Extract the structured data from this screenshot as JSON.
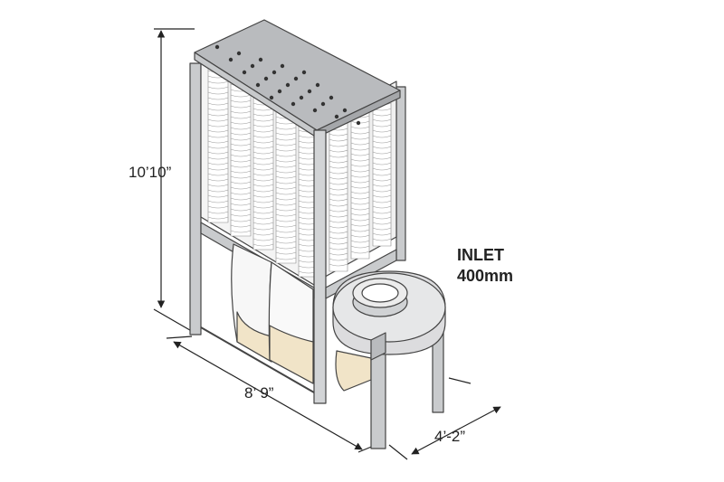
{
  "dimensions": {
    "height": "10’10”",
    "length": "8’ 9”",
    "width": "4’-2”"
  },
  "inlet": {
    "label": "INLET",
    "size": "400mm"
  },
  "colors": {
    "steel_top": "#b9bbbe",
    "steel_frame": "#c9cbcd",
    "filter": "#ffffff",
    "outline": "#444444",
    "dust_bag": "#f1e4c8"
  }
}
